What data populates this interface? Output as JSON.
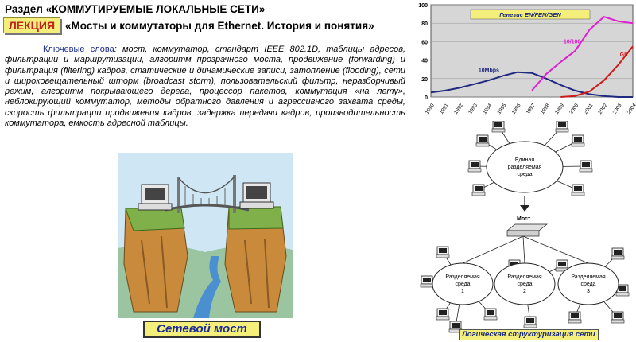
{
  "header": {
    "section_title": "Раздел «КОММУТИРУЕМЫЕ ЛОКАЛЬНЫЕ СЕТИ»",
    "badge": "ЛЕКЦИЯ",
    "lecture_title": "«Мосты и коммутаторы для Ethernet. История и понятия»"
  },
  "keywords": {
    "label": "Ключевые слова",
    "text": ": мост, коммутатор, стандарт IEEE 802.1D, таблицы адресов, фильтрации и маршрутизации, алгоритм прозрачного моста, продвижение (forwarding) и фильтрация (filtering) кадров, статические и динамические записи, затопление (flooding), сети и широковещательный шторм (broadcast storm), пользовательский фильтр, неразборчивый режим, алгоритм покрывающего дерева, процессор пакетов, коммутация «на лету», неблокирующий коммутатор, методы обратного давления и агрессивного захвата среды, скорость фильтрации продвижения кадров, задержка передачи кадров, производительность коммутатора, емкость адресной таблицы."
  },
  "illustration": {
    "caption": "Сетевой мост"
  },
  "colors": {
    "badge_bg": "#f4ee7a",
    "badge_text": "#c41f1f",
    "sky": "#cfe6f5",
    "chart_bg": "#d6d6d6"
  },
  "chart_data": {
    "type": "line",
    "title": "Генезис EN/FEN/GEN",
    "x": [
      1990,
      1991,
      1992,
      1993,
      1994,
      1995,
      1996,
      1997,
      1998,
      1999,
      2000,
      2001,
      2002,
      2003,
      2004
    ],
    "ylim": [
      0,
      100
    ],
    "yticks": [
      0,
      20,
      40,
      60,
      80,
      100
    ],
    "series": [
      {
        "name": "10Mbps",
        "color": "#1f2a80",
        "values": [
          5,
          7,
          10,
          14,
          18,
          23,
          27,
          26,
          20,
          13,
          7,
          3,
          1,
          0,
          0
        ]
      },
      {
        "name": "10/100",
        "color": "#e020d0",
        "values": [
          null,
          null,
          null,
          null,
          null,
          null,
          null,
          7,
          25,
          38,
          50,
          73,
          87,
          82,
          80
        ]
      },
      {
        "name": "Gb",
        "color": "#d01a1a",
        "values": [
          null,
          null,
          null,
          null,
          null,
          null,
          null,
          null,
          null,
          0,
          1,
          6,
          18,
          35,
          55
        ]
      }
    ]
  },
  "network": {
    "top_segment": "Единая разделяемая среда",
    "bridge_label": "Мост",
    "segments": [
      "Разделяемая среда 1",
      "Разделяемая среда 2",
      "Разделяемая среда 3"
    ],
    "caption": "Логическая структуризация сети"
  }
}
